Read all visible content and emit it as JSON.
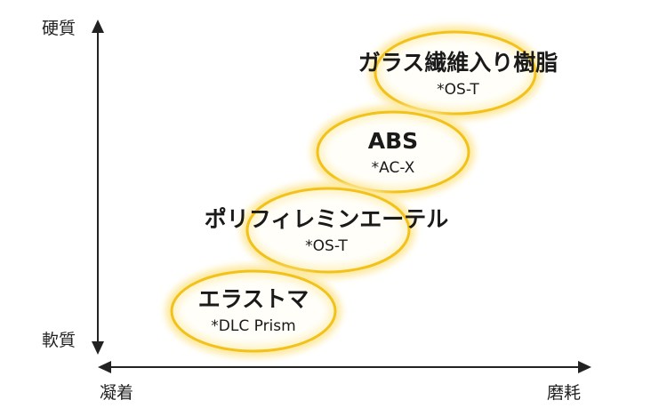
{
  "axes": {
    "y_top_label": "硬質",
    "y_bottom_label": "軟質",
    "x_left_label": "凝着",
    "x_right_label": "磨耗"
  },
  "items": [
    {
      "title": "ガラス繊維入り樹脂",
      "sub": "*OS-T"
    },
    {
      "title": "ABS",
      "sub": "*AC-X"
    },
    {
      "title": "ポリフィレミンエーテル",
      "sub": "*OS-T"
    },
    {
      "title": "エラストマ",
      "sub": "*DLC Prism"
    }
  ],
  "colors": {
    "axis": "#222222",
    "glow_ring": "#f2c21b",
    "glow_halo": "#fde9a0",
    "text": "#1a1a1a"
  }
}
